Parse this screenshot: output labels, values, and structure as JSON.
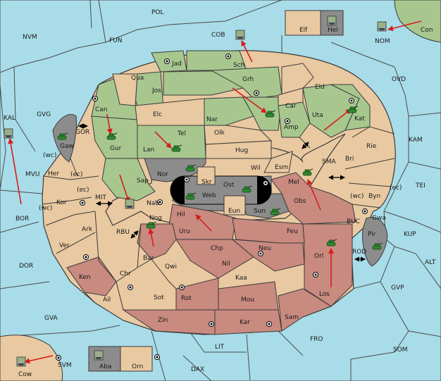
{
  "colors": {
    "sea": "#a8dce8",
    "neutral": "#e9c9a1",
    "green": "#a7c78f",
    "red": "#c98a80",
    "grey": "#8c8c8c",
    "order_arrow": "#d81b1b",
    "army": "#2f8a2f"
  },
  "seas": [
    "POL",
    "NVM",
    "FUN",
    "COB",
    "NOM",
    "Con",
    "OVD",
    "KAL",
    "GVG",
    "GOR",
    "MVU",
    "BOR",
    "MIT",
    "RBU",
    "SMA",
    "KAM",
    "TEI",
    "BUC",
    "KUP",
    "ROD",
    "ALT",
    "GVP",
    "DOR",
    "GVA",
    "FRO",
    "SOM",
    "LIT",
    "DAX",
    "SVM",
    "Cow"
  ],
  "lands": [
    "Elf",
    "Hel",
    "Jad",
    "Sch",
    "Qua",
    "Grh",
    "Jos",
    "Eld",
    "Can",
    "Car",
    "Elc",
    "Nar",
    "Uta",
    "Kat",
    "Gur",
    "Tel",
    "Amp",
    "Olk",
    "Lan",
    "Hug",
    "Rie",
    "Bri",
    "Nor",
    "Wil",
    "Esm",
    "Gaw",
    "Her",
    "Sap",
    "Skr",
    "Ost",
    "Web",
    "Mel",
    "Byn",
    "Kor",
    "Nab",
    "Eun",
    "Sun",
    "Obs",
    "Gwa",
    "Pir",
    "Ark",
    "Hil",
    "Nog",
    "Uru",
    "Feu",
    "Ver",
    "Chp",
    "Neu",
    "Orl",
    "Bar",
    "Qwi",
    "Nil",
    "Ken",
    "Chr",
    "Kaa",
    "Los",
    "Ail",
    "Sot",
    "Rot",
    "Mou",
    "Zin",
    "Kar",
    "Sam",
    "Aba",
    "Orn"
  ],
  "coast_marks": [
    "(wc)",
    "(ec)",
    "(ec)",
    "(wc)",
    "(wc)",
    "(ec)"
  ],
  "units": [
    {
      "id": "army-kat",
      "type": "army"
    },
    {
      "id": "army-yor",
      "type": "army"
    },
    {
      "id": "army-gur",
      "type": "army"
    },
    {
      "id": "army-lan",
      "type": "army"
    },
    {
      "id": "army-nor",
      "type": "army"
    },
    {
      "id": "army-gaw",
      "type": "army"
    },
    {
      "id": "army-ost",
      "type": "army"
    },
    {
      "id": "army-web",
      "type": "army"
    },
    {
      "id": "army-sun",
      "type": "army"
    },
    {
      "id": "army-mel",
      "type": "army"
    },
    {
      "id": "army-nog",
      "type": "army"
    },
    {
      "id": "army-orl",
      "type": "army"
    },
    {
      "id": "army-pir",
      "type": "army"
    },
    {
      "id": "fleet-cob",
      "type": "fleet"
    },
    {
      "id": "fleet-nom",
      "type": "fleet"
    },
    {
      "id": "fleet-kal",
      "type": "fleet"
    },
    {
      "id": "fleet-mit",
      "type": "fleet"
    },
    {
      "id": "fleet-cow",
      "type": "fleet"
    },
    {
      "id": "fleet-hel",
      "type": "fleet"
    },
    {
      "id": "fleet-aba",
      "type": "fleet"
    }
  ]
}
